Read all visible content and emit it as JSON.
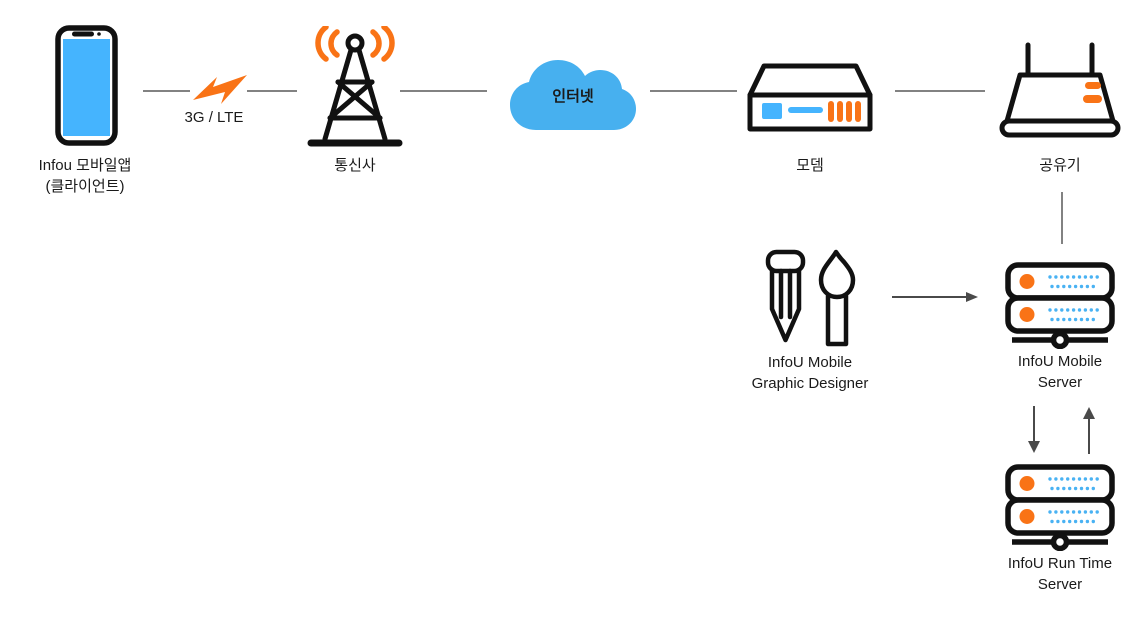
{
  "diagram_type": "network-architecture",
  "colors": {
    "screen_blue": "#45b4fe",
    "cloud_blue": "#47b0ef",
    "dot_blue": "#49b2f3",
    "accent_orange": "#f97316",
    "outline_black": "#111111",
    "connector_gray": "#828282",
    "arrow_gray": "#4a4a4a",
    "text_black": "#1a1a1a"
  },
  "nodes": {
    "phone": {
      "icon": "smartphone-icon",
      "label1": "Infou 모바일앱",
      "label2": "(클라이언트)"
    },
    "cellular_link": {
      "icon": "lightning-icon",
      "label": "3G / LTE"
    },
    "tower": {
      "icon": "cell-tower-icon",
      "label": "통신사"
    },
    "cloud": {
      "icon": "cloud-icon",
      "label": "인터넷"
    },
    "modem": {
      "icon": "modem-icon",
      "label": "모뎀"
    },
    "router": {
      "icon": "router-icon",
      "label": "공유기"
    },
    "designer": {
      "icon": "pencil-brush-icon",
      "label1": "InfoU Mobile",
      "label2": "Graphic Designer"
    },
    "mobile_server": {
      "icon": "server-icon",
      "label1": "InfoU Mobile",
      "label2": "Server"
    },
    "runtime_server": {
      "icon": "server-icon",
      "label1": "InfoU Run Time",
      "label2": "Server"
    }
  },
  "connections": [
    {
      "from": "phone",
      "to": "tower",
      "style": "line",
      "via_label": "3G / LTE"
    },
    {
      "from": "tower",
      "to": "cloud",
      "style": "line"
    },
    {
      "from": "cloud",
      "to": "modem",
      "style": "line"
    },
    {
      "from": "modem",
      "to": "router",
      "style": "line"
    },
    {
      "from": "router",
      "to": "mobile_server",
      "style": "line"
    },
    {
      "from": "designer",
      "to": "mobile_server",
      "style": "arrow-right"
    },
    {
      "from": "mobile_server",
      "to": "runtime_server",
      "style": "arrow-down"
    },
    {
      "from": "runtime_server",
      "to": "mobile_server",
      "style": "arrow-up"
    }
  ]
}
